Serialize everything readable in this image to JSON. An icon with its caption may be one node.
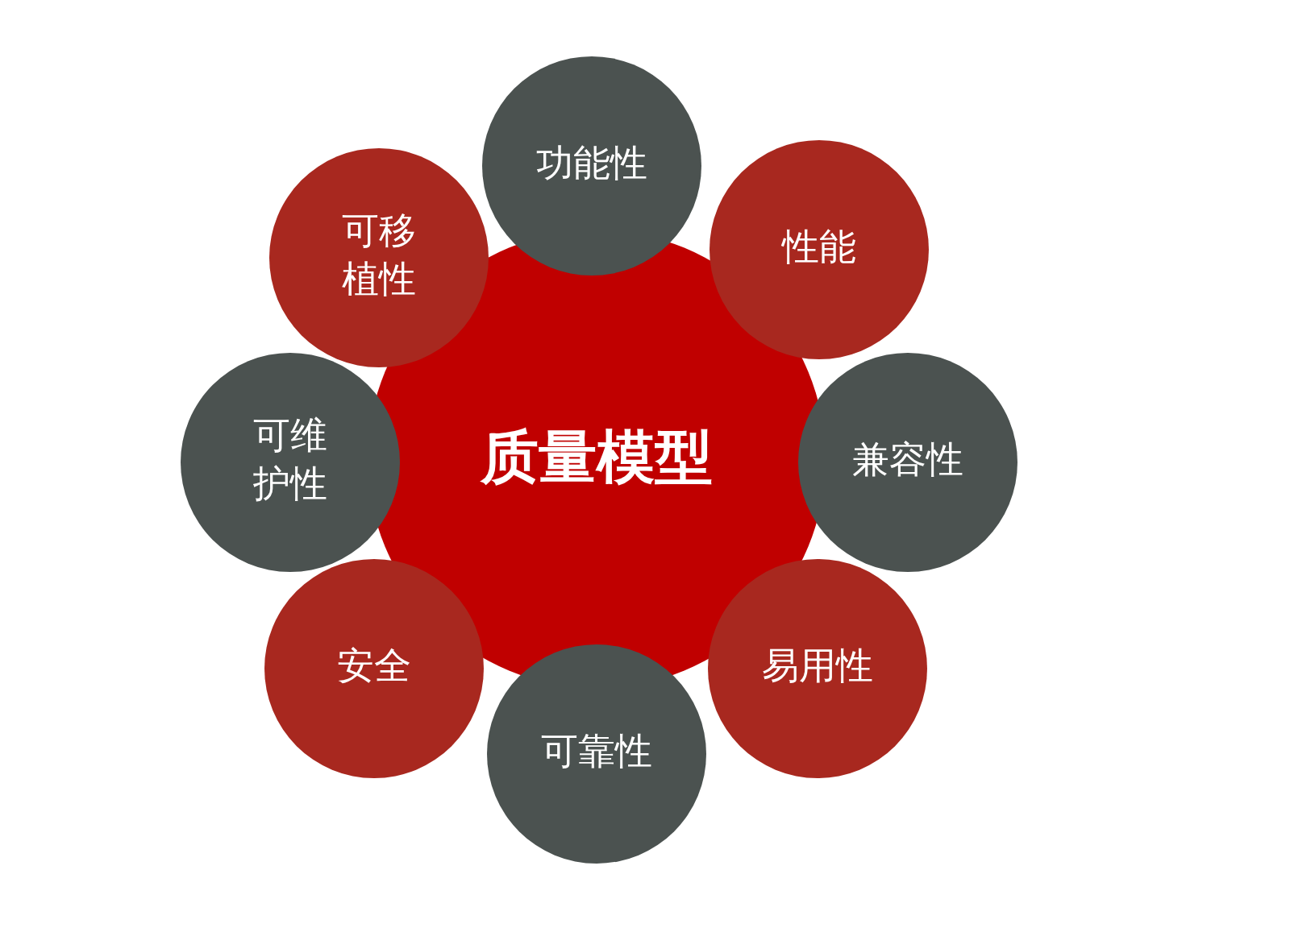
{
  "diagram": {
    "nodes": [
      {
        "text": [
          "质量模型"
        ]
      },
      {
        "text": [
          "功能性"
        ]
      },
      {
        "text": [
          "性能"
        ]
      },
      {
        "text": [
          "兼容性"
        ]
      },
      {
        "text": [
          "易用性"
        ]
      },
      {
        "text": [
          "可靠性"
        ]
      },
      {
        "text": [
          "安全"
        ]
      },
      {
        "text": [
          "可维护性"
        ]
      },
      {
        "text": [
          "可移植性"
        ]
      }
    ]
  }
}
